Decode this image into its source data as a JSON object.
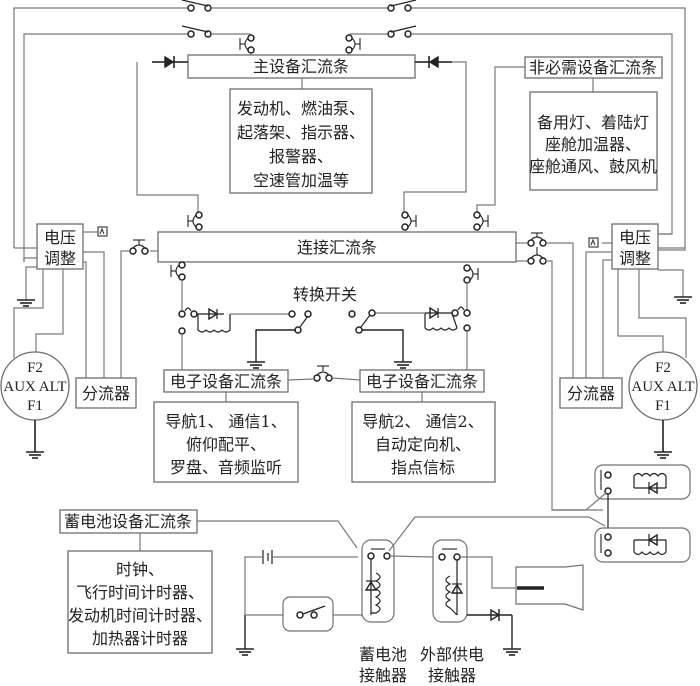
{
  "diagram": {
    "buses": {
      "main_bus": "主设备汇流条",
      "nonessential_bus": "非必需设备汇流条",
      "tie_bus": "连接汇流条",
      "avionics_bus_1": "电子设备汇流条",
      "avionics_bus_2": "电子设备汇流条",
      "battery_bus": "蓄电池设备汇流条"
    },
    "loads": {
      "main_bus_loads": [
        "发动机、燃油泵、",
        "起落架、指示器、",
        "报警器、",
        "空速管加温等"
      ],
      "nonessential_loads": [
        "备用灯、着陆灯",
        "座舱加温器、",
        "座舱通风、鼓风机"
      ],
      "avionics_1_loads": [
        "导航1、 通信1、",
        "俯仰配平、",
        "罗盘、音频监听"
      ],
      "avionics_2_loads": [
        "导航2、 通信2、",
        "自动定向机、",
        "指点信标"
      ],
      "battery_bus_loads": [
        "时钟、",
        "飞行时间计时器、",
        "发动机时间计时器、",
        "加热器计时器"
      ]
    },
    "components": {
      "voltage_regulator_left": [
        "电压",
        "调整"
      ],
      "voltage_regulator_right": [
        "电压",
        "调整"
      ],
      "shunt_left": "分流器",
      "shunt_right": "分流器",
      "alternator_left": [
        "F2",
        "AUX ALT",
        "F1"
      ],
      "alternator_right": [
        "F2",
        "AUX ALT",
        "F1"
      ],
      "transfer_switch": "转换开关",
      "battery_contactor": [
        "蓄电池",
        "接触器"
      ],
      "external_power_contactor": [
        "外部供电",
        "接触器"
      ]
    },
    "icons": [
      "circuit-breaker-icon",
      "diode-icon",
      "switch-icon",
      "ground-icon",
      "relay-coil-icon",
      "battery-icon",
      "external-power-plug-icon",
      "fuse-icon"
    ]
  }
}
